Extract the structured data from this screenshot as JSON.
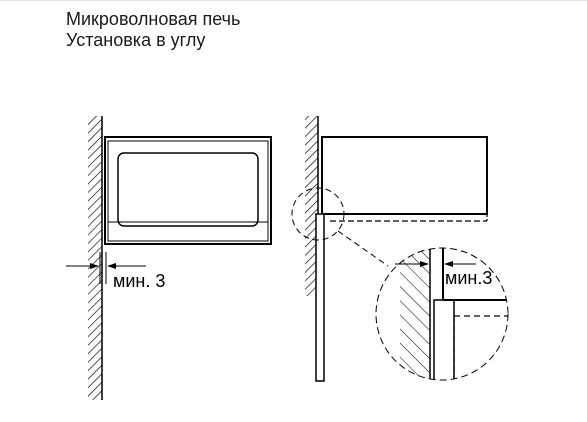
{
  "title": {
    "line1": "Микроволновая печь",
    "line2": "Установка в углу"
  },
  "diagram": {
    "left_view": {
      "dimension_label": "мин. 3"
    },
    "right_view": {
      "dimension_label": "мин.3"
    }
  }
}
